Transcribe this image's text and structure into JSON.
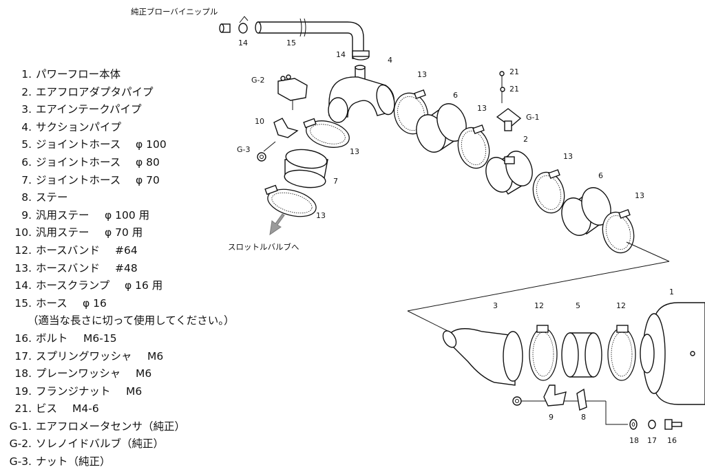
{
  "parts_list": [
    {
      "num": "1.",
      "name": "パワーフロー本体",
      "spec": ""
    },
    {
      "num": "2.",
      "name": "エアフロアダプタパイプ",
      "spec": ""
    },
    {
      "num": "3.",
      "name": "エアインテークパイプ",
      "spec": ""
    },
    {
      "num": "4.",
      "name": "サクションパイプ",
      "spec": ""
    },
    {
      "num": "5.",
      "name": "ジョイントホース",
      "spec": "φ 100"
    },
    {
      "num": "6.",
      "name": "ジョイントホース",
      "spec": "φ 80"
    },
    {
      "num": "7.",
      "name": "ジョイントホース",
      "spec": "φ 70"
    },
    {
      "num": "8.",
      "name": "ステー",
      "spec": ""
    },
    {
      "num": "9.",
      "name": "汎用ステー",
      "spec": "φ 100 用"
    },
    {
      "num": "10.",
      "name": "汎用ステー",
      "spec": "φ 70 用"
    },
    {
      "num": "12.",
      "name": "ホースバンド",
      "spec": "#64"
    },
    {
      "num": "13.",
      "name": "ホースバンド",
      "spec": "#48"
    },
    {
      "num": "14.",
      "name": "ホースクランプ",
      "spec": "φ 16 用"
    },
    {
      "num": "15.",
      "name": "ホース",
      "spec": "φ 16"
    },
    {
      "num": "",
      "name": "（適当な長さに切って使用してください。）",
      "spec": ""
    },
    {
      "num": "16.",
      "name": "ボルト",
      "spec": "M6-15"
    },
    {
      "num": "17.",
      "name": "スプリングワッシャ",
      "spec": "M6"
    },
    {
      "num": "18.",
      "name": "プレーンワッシャ",
      "spec": "M6"
    },
    {
      "num": "19.",
      "name": "フランジナット",
      "spec": "M6"
    },
    {
      "num": "21.",
      "name": "ビス",
      "spec": "M4-6"
    },
    {
      "num": "G-1.",
      "name": "エアフロメータセンサ（純正）",
      "spec": ""
    },
    {
      "num": "G-2.",
      "name": "ソレノイドバルブ（純正）",
      "spec": ""
    },
    {
      "num": "G-3.",
      "name": "ナット（純正）",
      "spec": ""
    }
  ],
  "diagram_labels": {
    "blowby_nipple": "純正ブローバイニップル",
    "to_throttle": "スロットルバルブへ",
    "callouts": {
      "c14a": "14",
      "c15": "15",
      "c14b": "14",
      "c4": "4",
      "c13a": "13",
      "c6a": "6",
      "c13b": "13",
      "c21a": "21",
      "c21b": "21",
      "cG1": "G-1",
      "cG2": "G-2",
      "c10": "10",
      "cG3": "G-3",
      "c13c": "13",
      "c7": "7",
      "c2": "2",
      "c13d": "13",
      "c6b": "6",
      "c13e": "13",
      "c13f": "13",
      "c3": "3",
      "c12a": "12",
      "c5": "5",
      "c12b": "12",
      "c1": "1",
      "c9": "9",
      "c8": "8",
      "c18": "18",
      "c17": "17",
      "c16": "16"
    }
  },
  "colors": {
    "line": "#111111",
    "arrow": "#9a9a9a"
  }
}
